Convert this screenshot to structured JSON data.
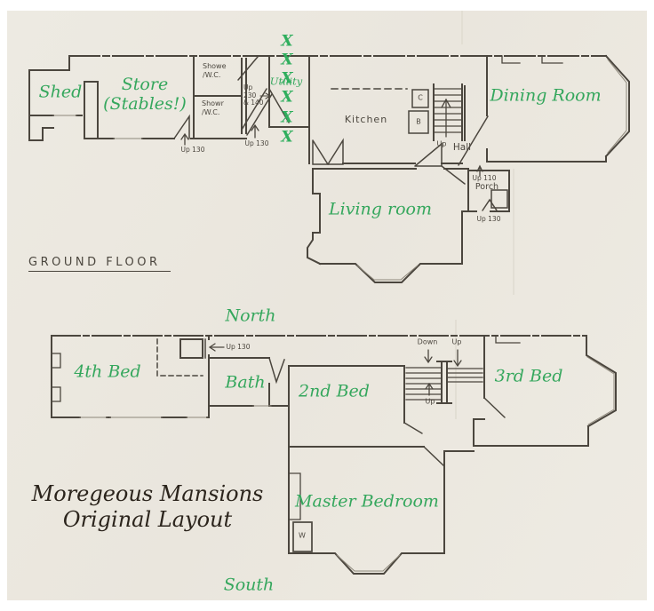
{
  "palette": {
    "paper": "#ece8e0",
    "ink": "#4b463e",
    "green_label": "#35a75d",
    "green_cross": "#2fae5d",
    "title_ink": "#2b241c"
  },
  "title": {
    "line1": "Moregeous Mansions",
    "line2": "Original Layout"
  },
  "ground_floor": {
    "plan_label": "GROUND FLOOR",
    "rooms": {
      "shed": "Shed",
      "store_line1": "Store",
      "store_line2": "(Stables!)",
      "shower_wc_top_line1": "Showe",
      "shower_wc_top_line2": "/W.C.",
      "shower_wc_bottom_line1": "Showr",
      "shower_wc_bottom_line2": "/W.C.",
      "utility": "Utility",
      "kitchen": "Kitchen",
      "hall": "Hall",
      "dining_room": "Dining Room",
      "living_room": "Living room",
      "porch": "Porch"
    },
    "annotations": {
      "up_130_store": "Up 130",
      "up_130_passage": "Up 130",
      "steps_line1": "Up",
      "steps_line2": "230",
      "steps_line3": "& 140",
      "up_stairs": "Up",
      "up_110": "Up 110",
      "up_130_porch": "Up 130",
      "cupboard": "C",
      "boiler": "B",
      "cross": "X"
    }
  },
  "first_floor": {
    "compass_north": "North",
    "compass_south": "South",
    "rooms": {
      "bed_4th": "4th Bed",
      "bath": "Bath",
      "bed_2nd": "2nd Bed",
      "bed_3rd": "3rd Bed",
      "master": "Master Bedroom",
      "wardrobe": "W"
    },
    "annotations": {
      "up_130_landing": "Up 130",
      "down": "Down",
      "up_right": "Up",
      "up_lower": "Up"
    }
  }
}
